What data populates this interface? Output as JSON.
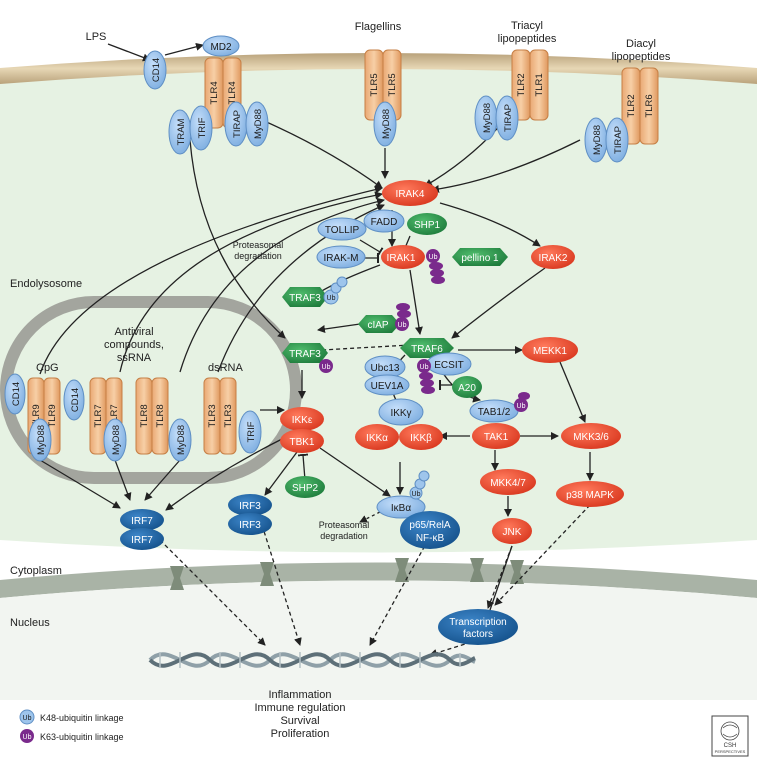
{
  "ligands": {
    "lps": "LPS",
    "flagellins": "Flagellins",
    "triacyl": [
      "Triacyl",
      "lipopeptides"
    ],
    "diacyl": [
      "Diacyl",
      "lipopeptides"
    ],
    "cpg": "CpG",
    "antiviral": [
      "Antiviral",
      "compounds,",
      "ssRNA"
    ],
    "dsrna": "dsRNA"
  },
  "compartments": {
    "endolysosome": "Endolysosome",
    "cytoplasm": "Cytoplasm",
    "nucleus": "Nucleus"
  },
  "receptors": {
    "cd14": "CD14",
    "md2": "MD2",
    "tlr4": "TLR4",
    "tlr5": "TLR5",
    "tlr2": "TLR2",
    "tlr1": "TLR1",
    "tlr6": "TLR6",
    "tlr9": "TLR9",
    "tlr7": "TLR7",
    "tlr8": "TLR8",
    "tlr3": "TLR3"
  },
  "adaptors": {
    "tram": "TRAM",
    "trif": "TRIF",
    "tirap": "TIRAP",
    "myd88": "MyD88"
  },
  "nodes": {
    "irak4": "IRAK4",
    "fadd": "FADD",
    "tollip": "TOLLIP",
    "shp1": "SHP1",
    "irakm": "IRAK-M",
    "irak1": "IRAK1",
    "pellino1": "pellino 1",
    "irak2": "IRAK2",
    "proteasomal": [
      "Proteasomal",
      "degradation"
    ],
    "traf3": "TRAF3",
    "ciap": "cIAP",
    "traf6": "TRAF6",
    "mekk1": "MEKK1",
    "ubc13": "Ubc13",
    "uev1a": "UEV1A",
    "ecsit": "ECSIT",
    "a20": "A20",
    "ikkg": "IKKγ",
    "tab12": "TAB1/2",
    "ikke": "IKKε",
    "tbk1": "TBK1",
    "ikka": "IKKα",
    "ikkb": "IKKβ",
    "tak1": "TAK1",
    "mkk36": "MKK3/6",
    "shp2": "SHP2",
    "mkk47": "MKK4/7",
    "irf7": "IRF7",
    "irf3": "IRF3",
    "ikba": "IκBα",
    "p65": "p65/RelA",
    "nfkb": "NF-κB",
    "p38": "p38 MAPK",
    "jnk": "JNK",
    "tf": [
      "Transcription",
      "factors"
    ],
    "ub": "Ub"
  },
  "outcomes": [
    "Inflammation",
    "Immune regulation",
    "Survival",
    "Proliferation"
  ],
  "legend": {
    "k48": "K48-ubiquitin linkage",
    "k63": "K63-ubiquitin linkage"
  },
  "logo": [
    "CSH",
    "PERSPECTIVES"
  ],
  "colors": {
    "red": "#e8492f",
    "blue_light": "#9ec5ec",
    "blue_dark": "#1d64a6",
    "green": "#2e9a50",
    "green_dark": "#1e7a3b",
    "purple": "#7a2a8c",
    "tlr_orange": "#f1b98a",
    "membrane": "#c9b28a",
    "cyto": "#e8f3e6"
  }
}
